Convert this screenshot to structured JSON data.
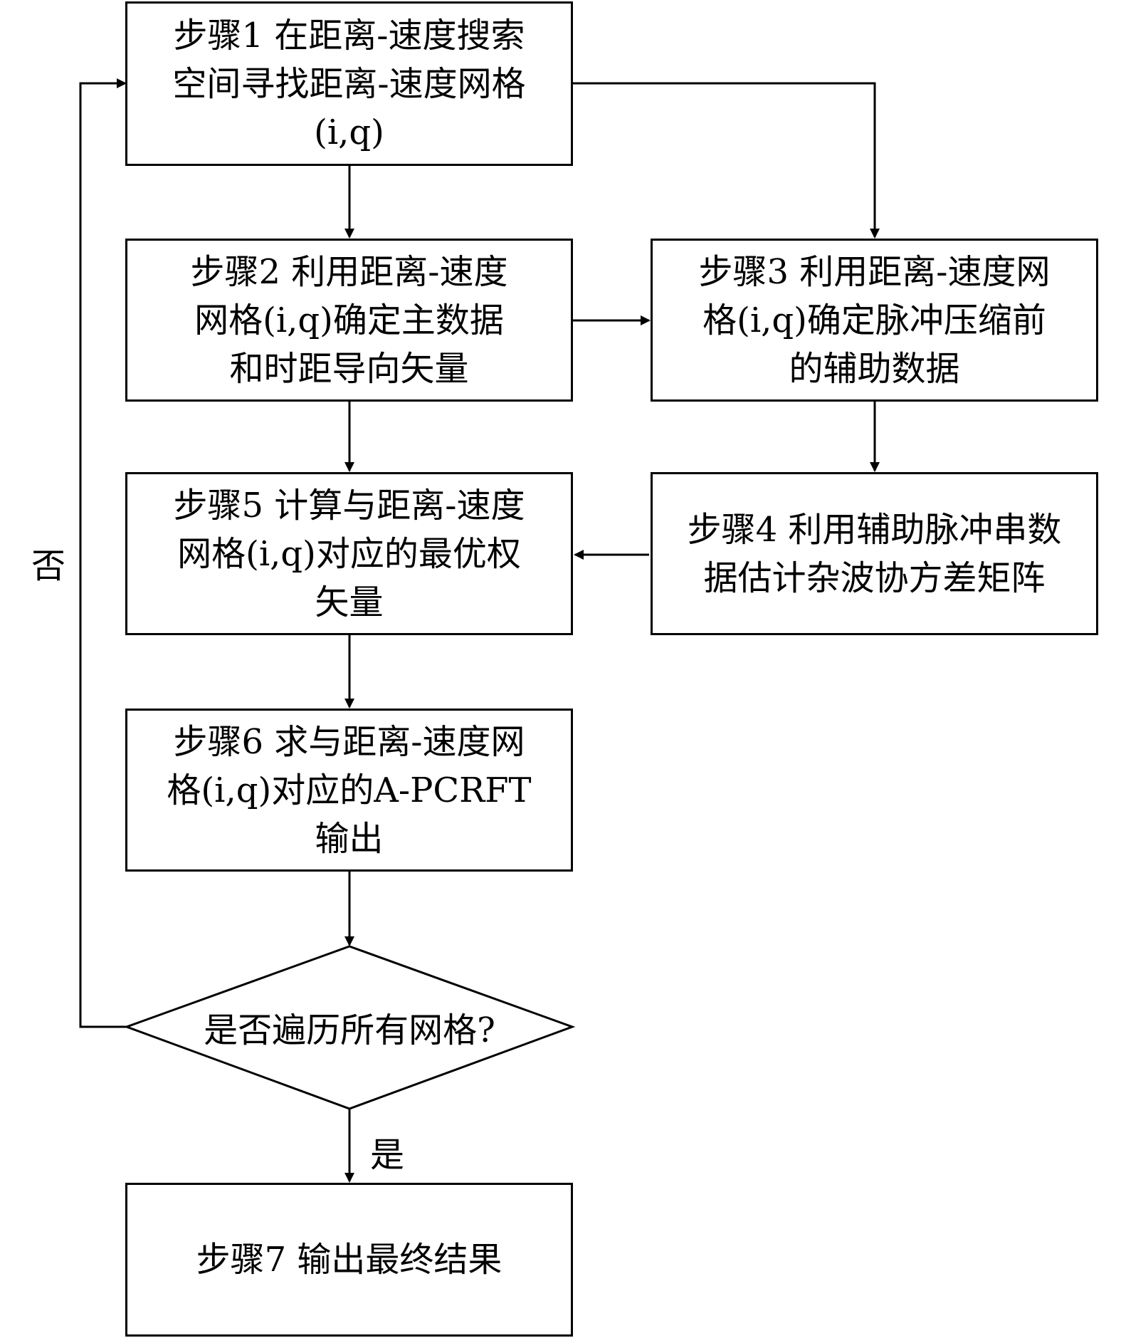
{
  "steps": {
    "step1": [
      "步骤1 在距离-速度搜索",
      "空间寻找距离-速度网格",
      "(i,q)"
    ],
    "step2": [
      "步骤2 利用距离-速度",
      "网格(i,q)确定主数据",
      "和时距导向矢量"
    ],
    "step3": [
      "步骤3 利用距离-速度网",
      "格(i,q)确定脉冲压缩前",
      "的辅助数据"
    ],
    "step4": [
      "步骤4 利用辅助脉冲串数",
      "据估计杂波协方差矩阵"
    ],
    "step5": [
      "步骤5 计算与距离-速度",
      "网格(i,q)对应的最优权",
      "矢量"
    ],
    "step6": [
      "步骤6 求与距离-速度网",
      "格(i,q)对应的A-PCRFT",
      "输出"
    ],
    "step7": [
      "步骤7 输出最终结果"
    ]
  },
  "decision": {
    "question": "是否遍历所有网格?"
  },
  "edge_labels": {
    "no": "否",
    "yes": "是"
  }
}
